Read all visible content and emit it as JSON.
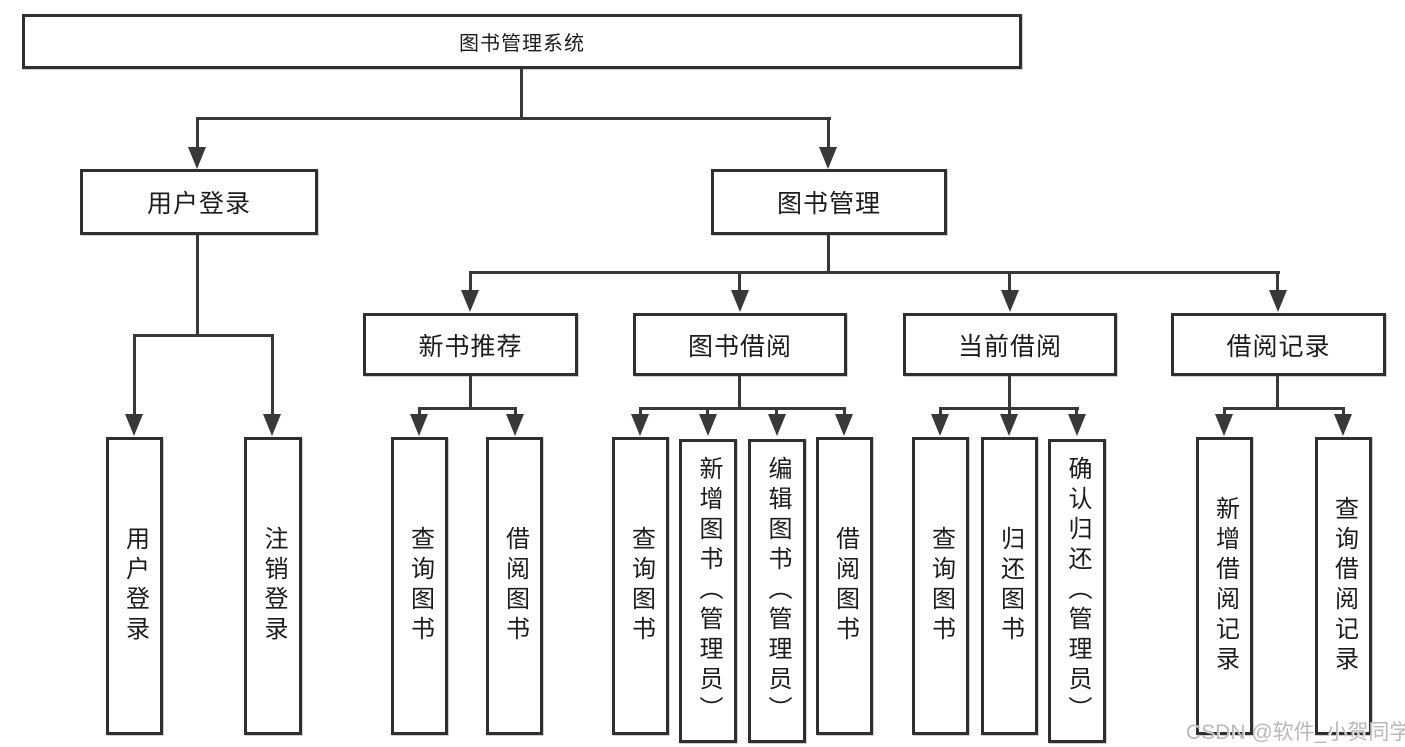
{
  "diagram": {
    "kind": "hierarchy-diagram",
    "title": "图书管理系统",
    "watermark": "CSDN @软件_小贺同学",
    "colors": {
      "background": "#ffffff",
      "box_border": "#2f2f2f",
      "connector_line": "#383838",
      "text": "#1c1c1c",
      "watermark": "#b9b9b9"
    }
  },
  "tree": {
    "label": "图书管理系统",
    "children": [
      {
        "label": "用户登录",
        "children": [
          {
            "label": "用户登录"
          },
          {
            "label": "注销登录"
          }
        ]
      },
      {
        "label": "图书管理",
        "children": [
          {
            "label": "新书推荐",
            "children": [
              {
                "label": "查询图书"
              },
              {
                "label": "借阅图书"
              }
            ]
          },
          {
            "label": "图书借阅",
            "children": [
              {
                "label": "查询图书"
              },
              {
                "label": "新增图书（管理员）"
              },
              {
                "label": "编辑图书（管理员）"
              },
              {
                "label": "借阅图书"
              }
            ]
          },
          {
            "label": "当前借阅",
            "children": [
              {
                "label": "查询图书"
              },
              {
                "label": "归还图书"
              },
              {
                "label": "确认归还（管理员）"
              }
            ]
          },
          {
            "label": "借阅记录",
            "children": [
              {
                "label": "新增借阅记录"
              },
              {
                "label": "查询借阅记录"
              }
            ]
          }
        ]
      }
    ]
  }
}
